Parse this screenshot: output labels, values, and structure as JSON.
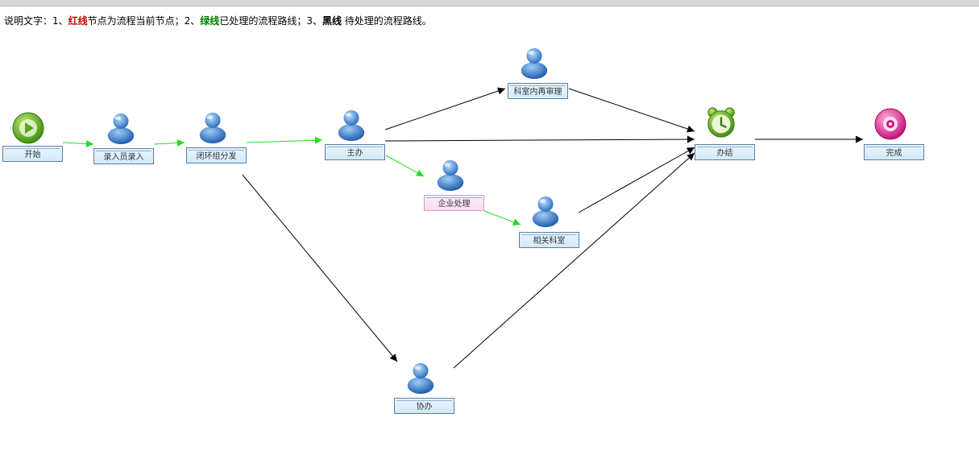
{
  "legend": {
    "prefix": "说明文字：1、",
    "red_key": "红线",
    "red_text": "节点为流程当前节点；2、",
    "green_key": "绿线",
    "green_text": "已处理的流程路线；3、",
    "black_key": "黑线",
    "black_text": " 待处理的流程路线。",
    "colors": {
      "red": "#cc0000",
      "green": "#008000",
      "black": "#000000"
    }
  },
  "nodes": {
    "start": {
      "label": "开始",
      "icon": "start-play-icon"
    },
    "entry": {
      "label": "录入员录入",
      "icon": "user-icon"
    },
    "dispatch": {
      "label": "闭环组分发",
      "icon": "user-icon"
    },
    "main": {
      "label": "主办",
      "icon": "user-icon"
    },
    "review": {
      "label": "科室内再审理",
      "icon": "user-icon"
    },
    "enterprise": {
      "label": "企业处理",
      "icon": "user-icon",
      "current": true
    },
    "related": {
      "label": "相关科室",
      "icon": "user-icon"
    },
    "assist": {
      "label": "协办",
      "icon": "user-icon"
    },
    "conclude": {
      "label": "办结",
      "icon": "alarm-clock-icon"
    },
    "finish": {
      "label": "完成",
      "icon": "finish-disc-icon"
    }
  },
  "edges": [
    {
      "from": "start",
      "to": "entry",
      "status": "processed"
    },
    {
      "from": "entry",
      "to": "dispatch",
      "status": "processed"
    },
    {
      "from": "dispatch",
      "to": "main",
      "status": "processed"
    },
    {
      "from": "main",
      "to": "enterprise",
      "status": "processed"
    },
    {
      "from": "enterprise",
      "to": "related",
      "status": "processed"
    },
    {
      "from": "main",
      "to": "review",
      "status": "pending"
    },
    {
      "from": "main",
      "to": "conclude",
      "status": "pending"
    },
    {
      "from": "review",
      "to": "conclude",
      "status": "pending"
    },
    {
      "from": "related",
      "to": "conclude",
      "status": "pending"
    },
    {
      "from": "dispatch",
      "to": "assist",
      "status": "pending"
    },
    {
      "from": "assist",
      "to": "conclude",
      "status": "pending"
    },
    {
      "from": "conclude",
      "to": "finish",
      "status": "pending"
    }
  ],
  "edge_colors": {
    "processed": "#22dd22",
    "pending": "#000000"
  }
}
